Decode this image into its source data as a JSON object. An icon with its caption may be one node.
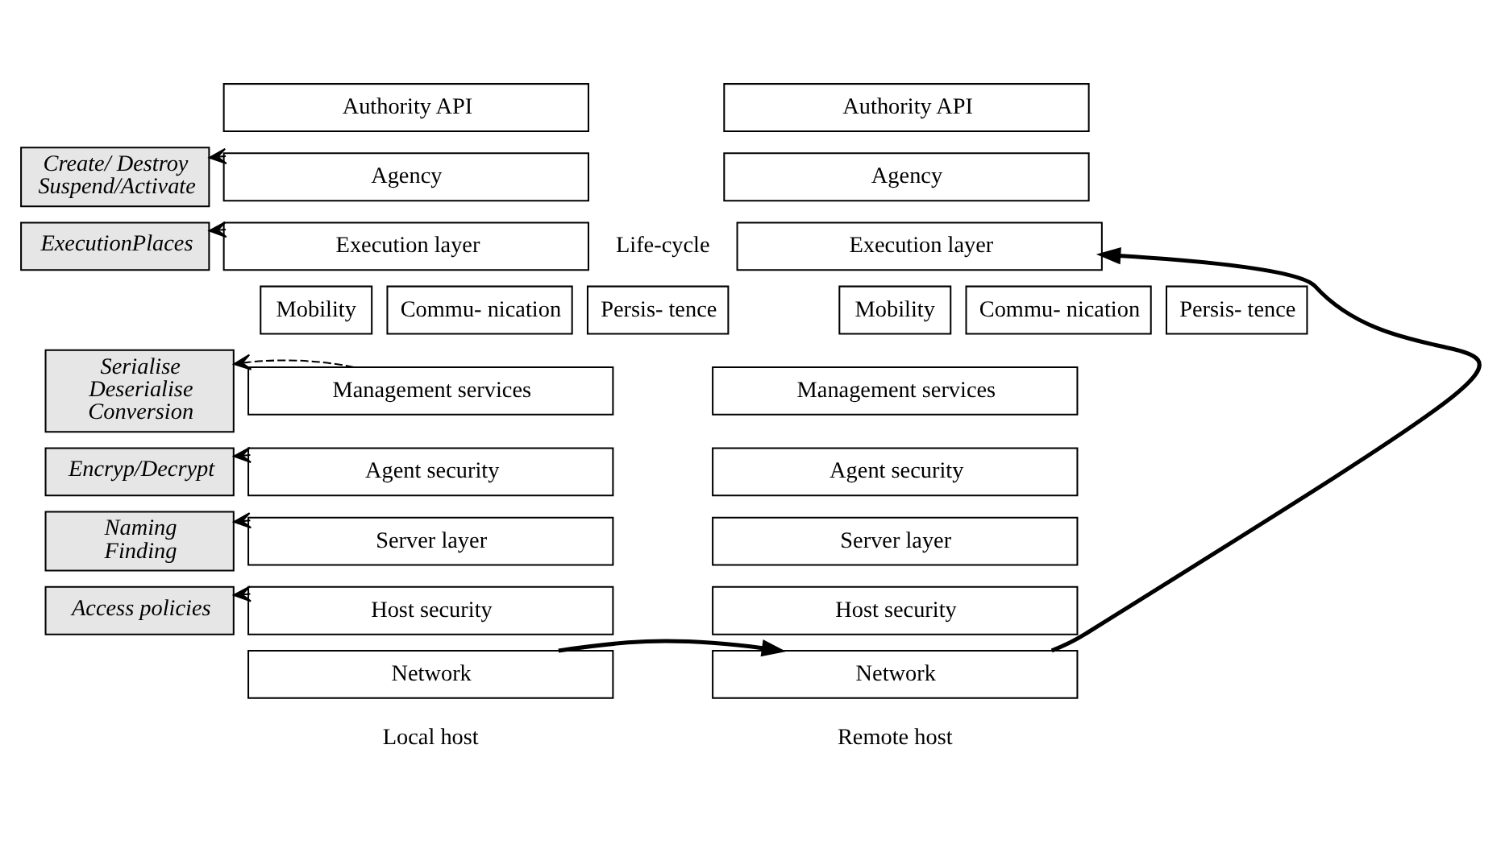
{
  "diagram": {
    "nodes": [
      {
        "text": [
          "Authority API"
        ]
      },
      {
        "text": [
          "Agency"
        ]
      },
      {
        "text": [
          "Execution layer"
        ]
      },
      {
        "text": [
          "Mobility"
        ]
      },
      {
        "text": [
          "Commu- nication"
        ]
      },
      {
        "text": [
          "Persis- tence"
        ]
      },
      {
        "text": [
          "Management services"
        ]
      },
      {
        "text": [
          "Agent security"
        ]
      },
      {
        "text": [
          "Server layer"
        ]
      },
      {
        "text": [
          "Host security"
        ]
      },
      {
        "text": [
          "Network"
        ]
      },
      {
        "text": [
          "Create/ Destroy Suspend/Activate"
        ]
      },
      {
        "text": [
          "ExecutionPlaces"
        ]
      },
      {
        "text": [
          "Serialise Deserialise Conversion"
        ]
      },
      {
        "text": [
          "Encryp/Decrypt"
        ]
      },
      {
        "text": [
          "Naming Finding"
        ]
      },
      {
        "text": [
          "Access policies"
        ]
      },
      {
        "text": [
          "Authority API"
        ]
      },
      {
        "text": [
          "Agency"
        ]
      },
      {
        "text": [
          "Execution layer"
        ]
      },
      {
        "text": [
          "Mobility"
        ]
      },
      {
        "text": [
          "Commu- nication"
        ]
      },
      {
        "text": [
          "Persis- tence"
        ]
      },
      {
        "text": [
          "Management services"
        ]
      },
      {
        "text": [
          "Agent security"
        ]
      },
      {
        "text": [
          "Server layer"
        ]
      },
      {
        "text": [
          "Host security"
        ]
      },
      {
        "text": [
          "Network"
        ]
      }
    ],
    "edges": [
      {
        "from": 1,
        "to": 11,
        "arrow": "to",
        "style": "dashed"
      },
      {
        "from": 2,
        "to": 12,
        "arrow": "to",
        "style": "dashed"
      },
      {
        "from": 6,
        "to": 13,
        "arrow": "to",
        "style": "dashed"
      },
      {
        "from": 7,
        "to": 14,
        "arrow": "to",
        "style": "dashed"
      },
      {
        "from": 8,
        "to": 15,
        "arrow": "to",
        "style": "dashed"
      },
      {
        "from": 9,
        "to": 16,
        "arrow": "to",
        "style": "dashed"
      },
      {
        "from": 10,
        "to": 27,
        "arrow": "to",
        "style": "thick"
      },
      {
        "from": 27,
        "to": 19,
        "arrow": "to",
        "style": "thick"
      }
    ],
    "labels": [
      "Life-cycle",
      "Local host",
      "Remote host"
    ]
  }
}
